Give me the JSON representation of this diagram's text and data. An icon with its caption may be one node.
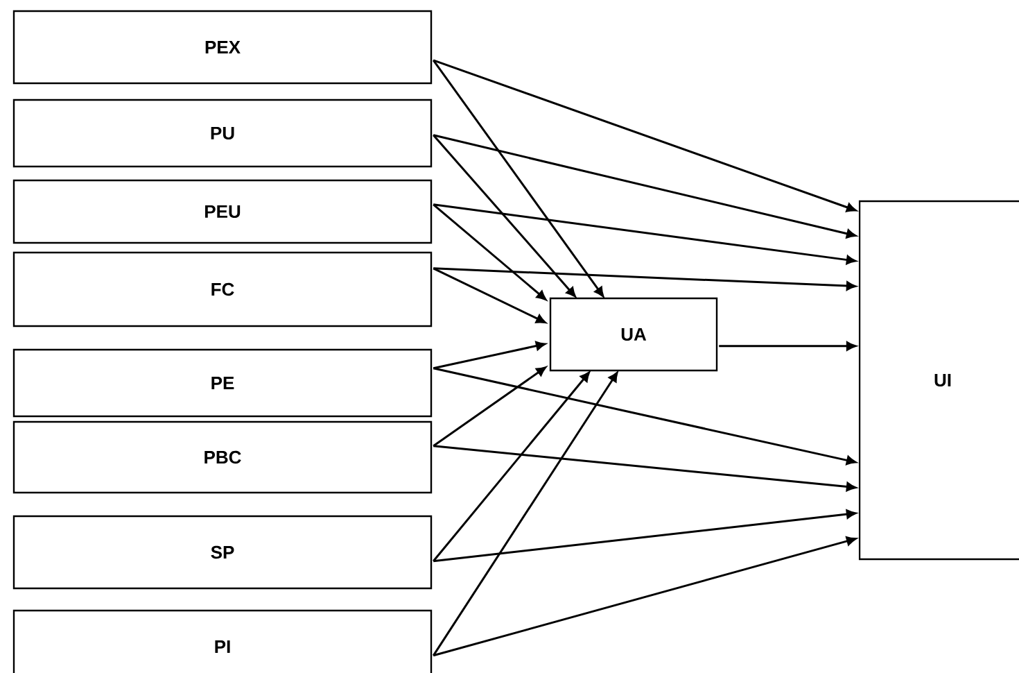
{
  "diagram": {
    "nodes": [
      {
        "text": [
          "PEX"
        ]
      },
      {
        "text": [
          "PU"
        ]
      },
      {
        "text": [
          "PEU"
        ]
      },
      {
        "text": [
          "FC"
        ]
      },
      {
        "text": [
          "PE"
        ]
      },
      {
        "text": [
          "PBC"
        ]
      },
      {
        "text": [
          "SP"
        ]
      },
      {
        "text": [
          "PI"
        ]
      },
      {
        "text": [
          "UA"
        ]
      },
      {
        "text": [
          "UI"
        ]
      }
    ],
    "edges": [
      {
        "from": 0,
        "to": 8,
        "arrow": "to"
      },
      {
        "from": 1,
        "to": 8,
        "arrow": "to"
      },
      {
        "from": 2,
        "to": 8,
        "arrow": "to"
      },
      {
        "from": 3,
        "to": 8,
        "arrow": "to"
      },
      {
        "from": 4,
        "to": 8,
        "arrow": "to"
      },
      {
        "from": 5,
        "to": 8,
        "arrow": "to"
      },
      {
        "from": 6,
        "to": 8,
        "arrow": "to"
      },
      {
        "from": 7,
        "to": 8,
        "arrow": "to"
      },
      {
        "from": 0,
        "to": 9,
        "arrow": "to"
      },
      {
        "from": 1,
        "to": 9,
        "arrow": "to"
      },
      {
        "from": 2,
        "to": 9,
        "arrow": "to"
      },
      {
        "from": 3,
        "to": 9,
        "arrow": "to"
      },
      {
        "from": 4,
        "to": 9,
        "arrow": "to"
      },
      {
        "from": 5,
        "to": 9,
        "arrow": "to"
      },
      {
        "from": 6,
        "to": 9,
        "arrow": "to"
      },
      {
        "from": 7,
        "to": 9,
        "arrow": "to"
      },
      {
        "from": 8,
        "to": 9,
        "arrow": "to"
      }
    ]
  }
}
